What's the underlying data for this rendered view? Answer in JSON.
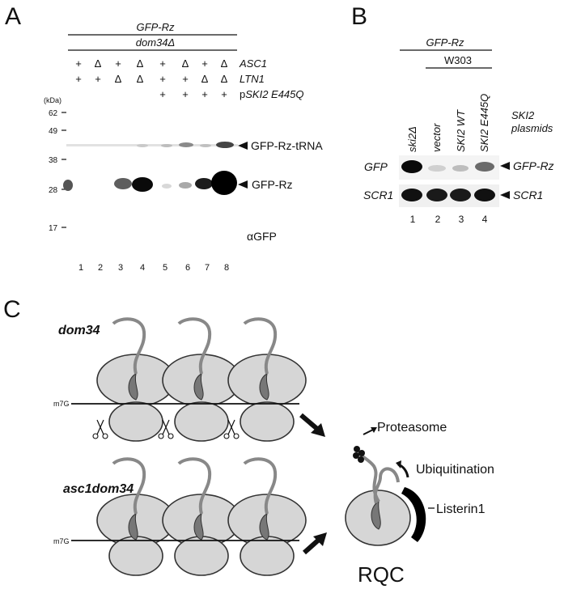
{
  "panel_a": {
    "letter": "A",
    "header_top": "GFP-Rz",
    "header_sub": "dom34Δ",
    "row_labels": {
      "asc1": "ASC1",
      "ltn1": "LTN1",
      "plasmid_prefix": "p",
      "plasmid_italic": "SKI2 E445Q"
    },
    "asc1_marks": [
      "+",
      "Δ",
      "+",
      "Δ",
      "+",
      "Δ",
      "+",
      "Δ"
    ],
    "ltn1_marks": [
      "+",
      "+",
      "Δ",
      "Δ",
      "+",
      "+",
      "Δ",
      "Δ"
    ],
    "plasmid_marks": [
      "",
      "",
      "",
      "",
      "+",
      "+",
      "+",
      "+"
    ],
    "kda_unit": "(kDa)",
    "markers": [
      "62",
      "49",
      "38",
      "28",
      "17"
    ],
    "band_labels": [
      "GFP-Rz-tRNA",
      "GFP-Rz"
    ],
    "antibody": "αGFP",
    "lanes": [
      "1",
      "2",
      "3",
      "4",
      "5",
      "6",
      "7",
      "8"
    ]
  },
  "panel_b": {
    "letter": "B",
    "header_top": "GFP-Rz",
    "header_sub": "W303",
    "column_labels": [
      "ski2Δ",
      "vector",
      "SKI2 WT",
      "SKI2 E445Q"
    ],
    "side_note": [
      "SKI2",
      "plasmids"
    ],
    "row_labels_left": [
      "GFP",
      "SCR1"
    ],
    "row_labels_right": [
      "GFP-Rz",
      "SCR1"
    ],
    "lanes": [
      "1",
      "2",
      "3",
      "4"
    ]
  },
  "panel_c": {
    "letter": "C",
    "strain_top": "dom34",
    "strain_bottom": "asc1dom34",
    "cap_label": "m7G",
    "proteasome": "Proteasome",
    "ubiquitination": "Ubiquitination",
    "listerin": "Listerin1",
    "rqc": "RQC"
  }
}
